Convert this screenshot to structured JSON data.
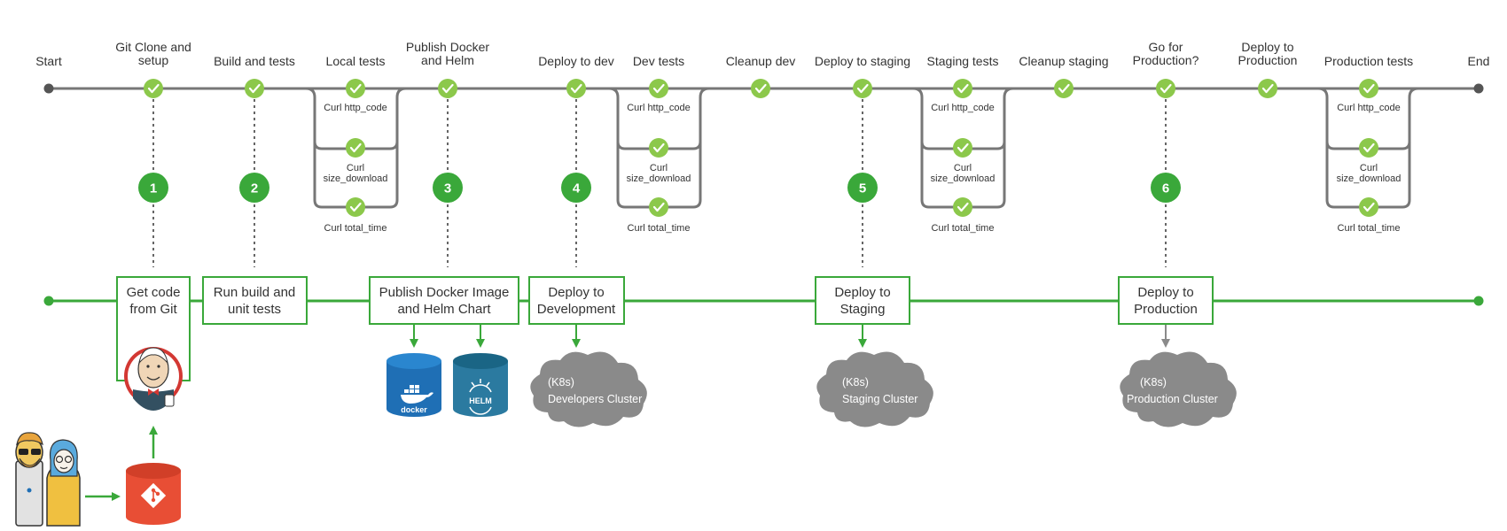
{
  "pipeline": {
    "start_label": "Start",
    "end_label": "End",
    "stages": [
      {
        "id": "git-clone",
        "lines": [
          "Git Clone and",
          "setup"
        ],
        "step": "1"
      },
      {
        "id": "build-tests",
        "lines": [
          "Build and tests"
        ],
        "step": "2"
      },
      {
        "id": "local-tests",
        "lines": [
          "Local tests"
        ],
        "branch": true
      },
      {
        "id": "publish",
        "lines": [
          "Publish Docker",
          "and Helm"
        ],
        "step": "3"
      },
      {
        "id": "deploy-dev",
        "lines": [
          "Deploy to dev"
        ],
        "step": "4"
      },
      {
        "id": "dev-tests",
        "lines": [
          "Dev tests"
        ],
        "branch": true
      },
      {
        "id": "cleanup-dev",
        "lines": [
          "Cleanup dev"
        ]
      },
      {
        "id": "deploy-staging",
        "lines": [
          "Deploy to staging"
        ],
        "step": "5"
      },
      {
        "id": "staging-tests",
        "lines": [
          "Staging tests"
        ],
        "branch": true
      },
      {
        "id": "cleanup-staging",
        "lines": [
          "Cleanup staging"
        ]
      },
      {
        "id": "go-production",
        "lines": [
          "Go for",
          "Production?"
        ],
        "step": "6"
      },
      {
        "id": "deploy-production",
        "lines": [
          "Deploy to",
          "Production"
        ]
      },
      {
        "id": "production-tests",
        "lines": [
          "Production tests"
        ],
        "branch": true
      }
    ],
    "test_items": [
      {
        "lines": [
          "Curl http_code"
        ]
      },
      {
        "lines": [
          "Curl",
          "size_download"
        ]
      },
      {
        "lines": [
          "Curl total_time"
        ]
      }
    ]
  },
  "actions": [
    {
      "id": "get-code",
      "lines": [
        "Get code",
        "from Git"
      ]
    },
    {
      "id": "run-build",
      "lines": [
        "Run build and",
        "unit tests"
      ]
    },
    {
      "id": "publish-image",
      "lines": [
        "Publish Docker Image",
        "and Helm Chart"
      ]
    },
    {
      "id": "deploy-development",
      "lines": [
        "Deploy to",
        "Development"
      ]
    },
    {
      "id": "deploy-staging-box",
      "lines": [
        "Deploy to",
        "Staging"
      ]
    },
    {
      "id": "deploy-production-box",
      "lines": [
        "Deploy to",
        "Production"
      ]
    }
  ],
  "clouds": [
    {
      "id": "developers-cluster",
      "line1": "(K8s)",
      "line2": "Developers Cluster"
    },
    {
      "id": "staging-cluster",
      "line1": "(K8s)",
      "line2": "Staging Cluster"
    },
    {
      "id": "production-cluster",
      "line1": "(K8s)",
      "line2": "Production Cluster"
    }
  ],
  "repositories": {
    "docker_label": "docker",
    "helm_label": "HELM"
  },
  "colors": {
    "green_dark": "#3aa83a",
    "green_light": "#8cc84b",
    "gray_line": "#777777",
    "cloud_gray": "#8a8a8a",
    "docker_blue": "#1f6fb5",
    "helm_blue": "#2b7aa0",
    "git_red": "#e84e35"
  }
}
